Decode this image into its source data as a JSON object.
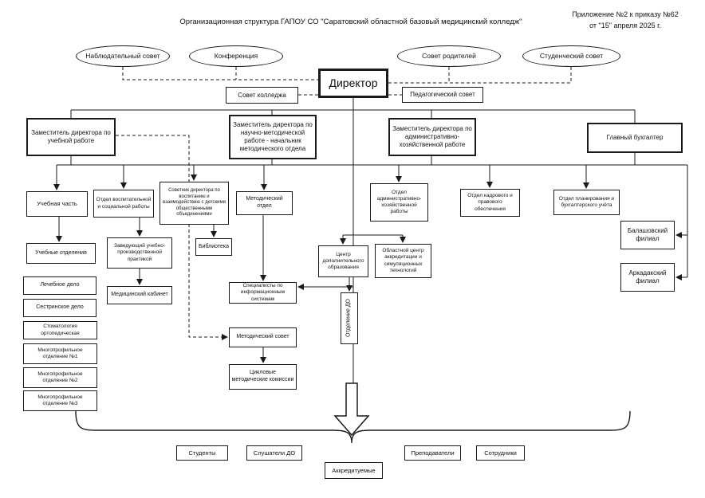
{
  "colors": {
    "background": "#ffffff",
    "line": "#1a1a1a"
  },
  "header": {
    "title": "Организационная структура ГАПОУ СО \"Саратовский областной базовый медицинский колледж\"",
    "annex_line1": "Приложение №2 к приказу №62",
    "annex_line2": "от \"15\" апреля 2025 г."
  },
  "councils": {
    "nabl": "Наблюдательный совет",
    "konf": "Конференция",
    "rodit": "Совет родителей",
    "stud": "Студенческий совет",
    "college": "Совет колледжа",
    "ped": "Педагогический совет"
  },
  "management": {
    "direktor": "Директор",
    "zam_uch": "Заместитель директора по учебной работе",
    "zam_nauch": "Заместитель директора по научно-методической работе - начальник методического отдела",
    "zam_ahr": "Заместитель директора по административно-хозяйственной работе",
    "gl_buh": "Главный бухгалтер"
  },
  "units": {
    "uch_chast": "Учебная часть",
    "otdel_vosp": "Отдел воспитательной и социальной работы",
    "sovetnik": "Советник директора по воспитанию и взаимодействию с детскими общественными объединениями",
    "metod_otdel": "Методический отдел",
    "otdel_ahr": "Отдел административно-хозяйственной работы",
    "otdel_kadr": "Отдел кадрового и правового обеспечения",
    "otdel_plan": "Отдел планирования и бухгалтерского учёта",
    "uch_otd": "Учебные отделения",
    "lech": "Лечебное дело",
    "sestr": "Сестринское дело",
    "stomat": "Стоматология ортопедическая",
    "mnogo1": "Многопрофильное отделение №1",
    "mnogo2": "Многопрофильное отделение №2",
    "mnogo3": "Многопрофильное отделение №3",
    "zav_praktika": "Заведующий учебно-производственной практикой",
    "med_kab": "Медицинский кабинет",
    "biblioteka": "Библиотека",
    "spec_inf": "Специалисты по информационным системам",
    "metod_sovet": "Методический совет",
    "ciklovye": "Цикловые методические комиссии",
    "centr_do": "Центр дополнительного образования",
    "obl_centr": "Областной центр аккредитации и симуляционных технологий",
    "otdelenie_do": "Отделение ДО"
  },
  "branches": {
    "balashov": "Балашовский филиал",
    "arkadak": "Аркадакский филиал"
  },
  "groups": {
    "students": "Студенты",
    "slushateli": "Слушатели ДО",
    "akkred": "Аккредитуемые",
    "prepod": "Преподаватели",
    "sotrudniki": "Сотрудники"
  }
}
